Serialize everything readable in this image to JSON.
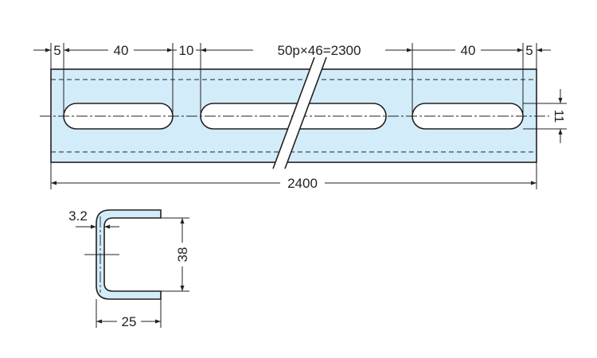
{
  "colors": {
    "fill": "#d3ecfa",
    "line": "#231f20",
    "background": "#ffffff"
  },
  "rail_drawing": {
    "dimensions_top": {
      "end_left": "5",
      "first_slot_length": "40",
      "gap": "10",
      "pitch_label": "50p×46=2300",
      "last_slot_length": "40",
      "end_right": "5"
    },
    "slot_width": "11",
    "total_length": "2400"
  },
  "section_drawing": {
    "thickness": "3.2",
    "height": "38",
    "width": "25"
  }
}
